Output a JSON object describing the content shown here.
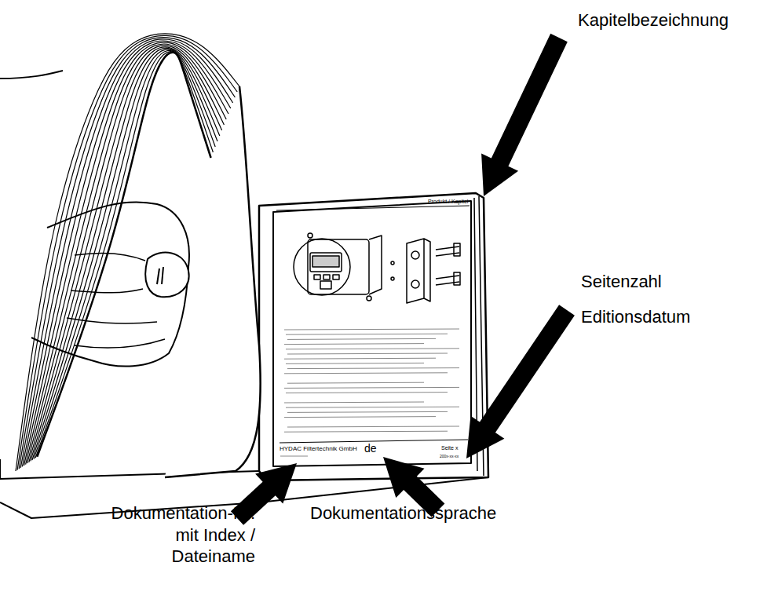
{
  "diagram": {
    "labels": [
      "Kapitelbezeichnung",
      "Seitenzahl",
      "Editionsdatum",
      "Dokumentation-Nr. mit Index / Dateiname",
      "Dokumentationssprache",
      "Produkt / Kapitel",
      "HYDAC Filtertechnik GmbH",
      "de",
      "Seite x",
      "200x-xx-xx"
    ]
  }
}
